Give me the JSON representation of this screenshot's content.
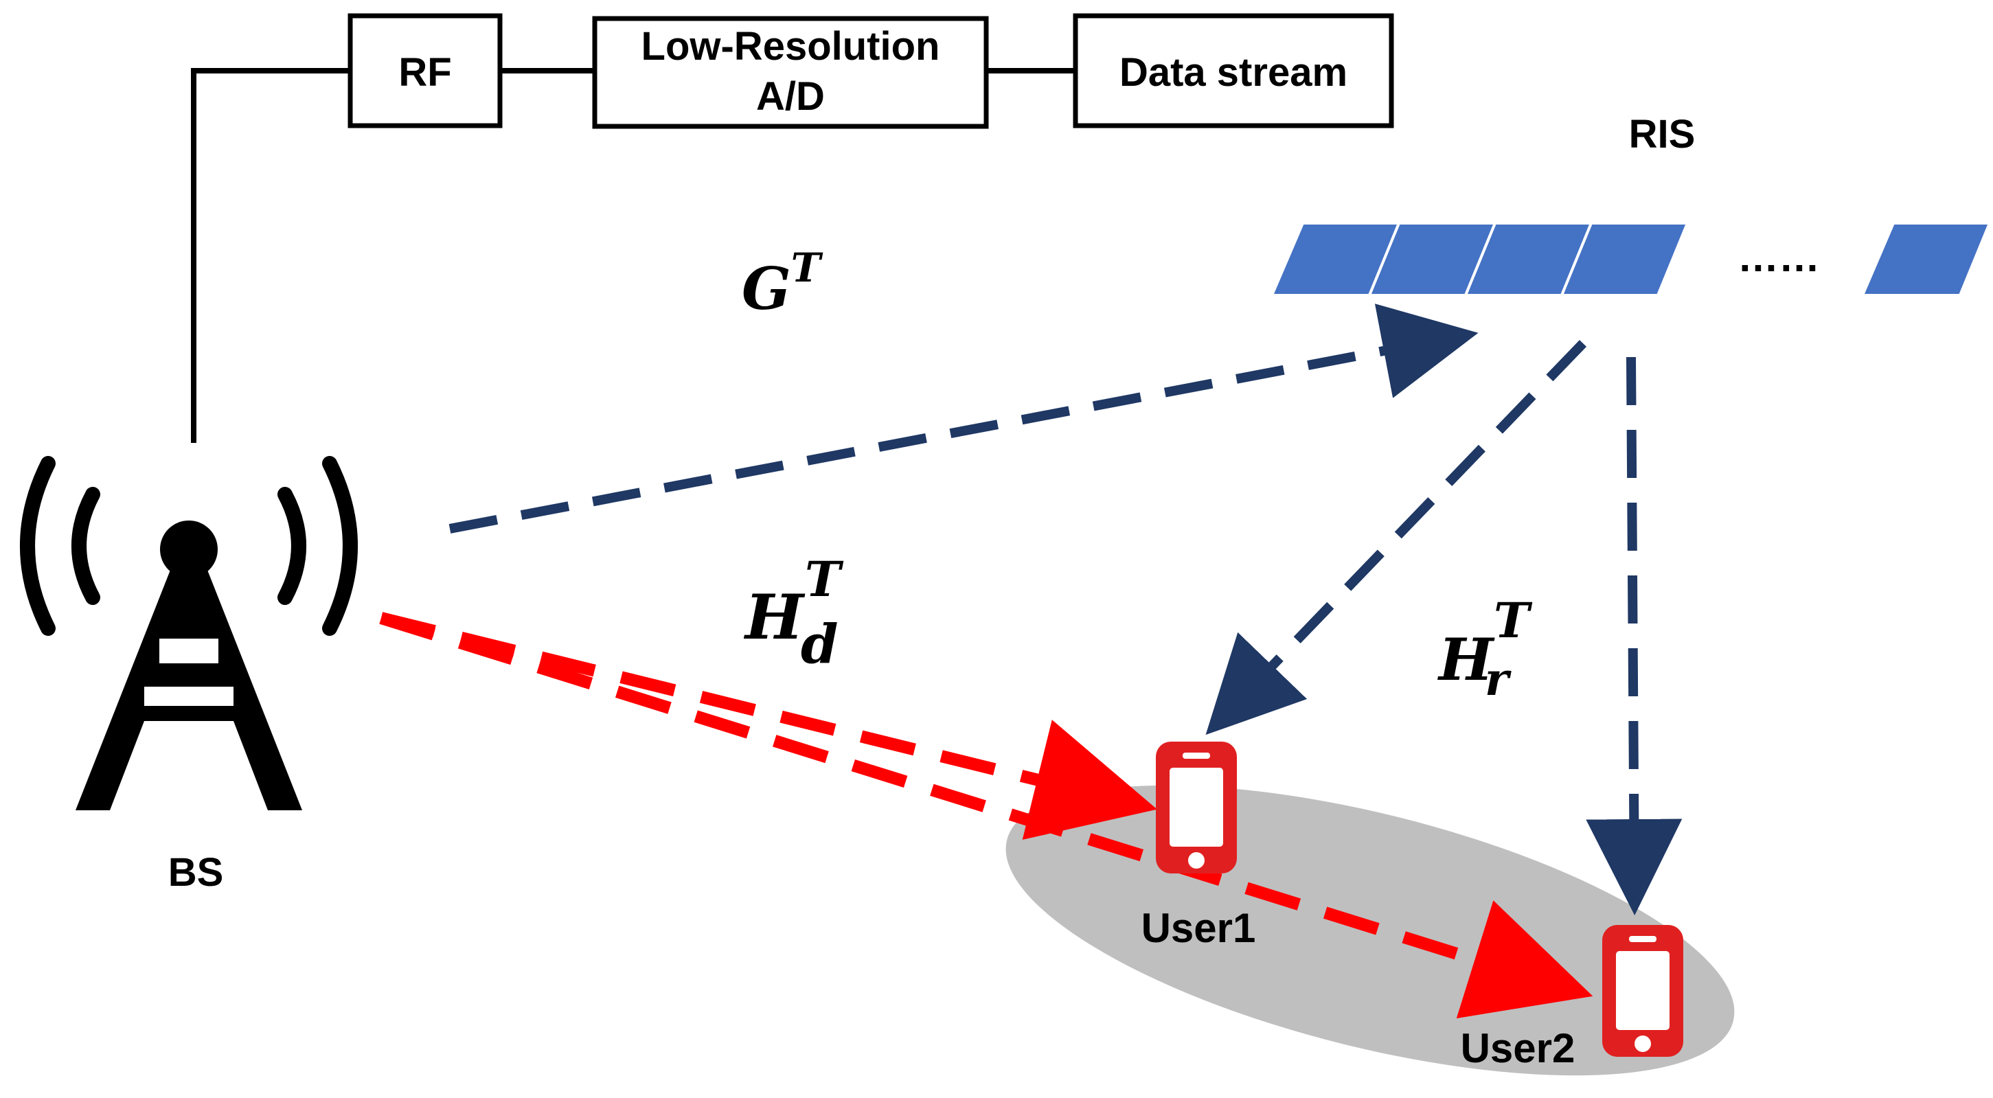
{
  "blocks": {
    "rf": "RF",
    "adc_line1": "Low-Resolution",
    "adc_line2": "A/D",
    "data_stream": "Data stream"
  },
  "nodes": {
    "ris": "RIS",
    "bs": "BS",
    "user1": "User1",
    "user2": "User2",
    "ris_ellipsis": "……"
  },
  "channels": {
    "g_base": "G",
    "g_sup": "T",
    "hd_base": "H",
    "hd_sup": "T",
    "hd_sub": "d",
    "hr_base": "H",
    "hr_sup": "T",
    "hr_sub": "r"
  },
  "colors": {
    "ris_element": "#4472C4",
    "reflect_link": "#1F3864",
    "direct_link": "#FF0000",
    "phone": "#E02020",
    "user_cluster": "#BFBFBF"
  }
}
